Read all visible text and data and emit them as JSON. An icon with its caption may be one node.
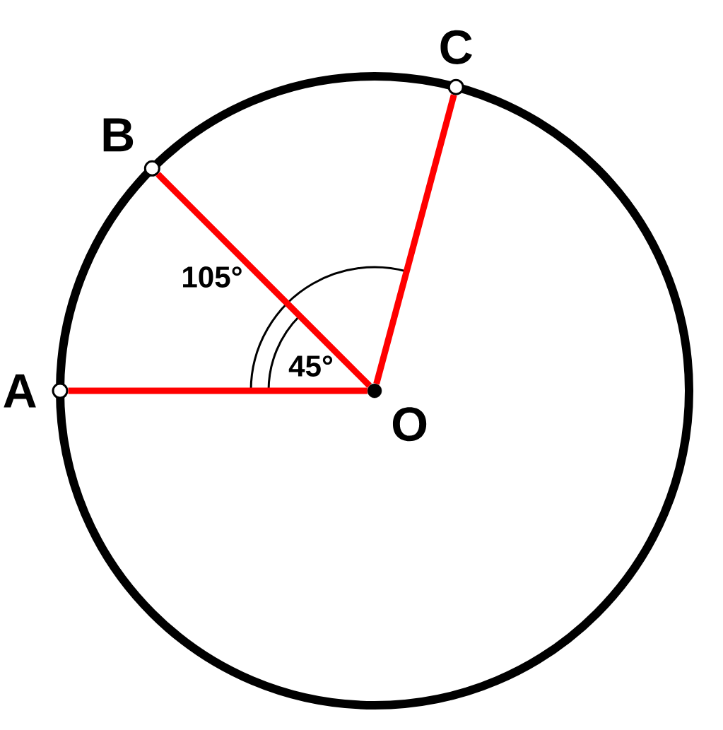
{
  "diagram": {
    "nodes": [
      {
        "text": [
          "C"
        ]
      },
      {
        "text": [
          "B"
        ]
      },
      {
        "text": [
          "A"
        ]
      },
      {
        "text": [
          "O"
        ]
      }
    ],
    "edges": [
      {
        "from": 3,
        "to": 2,
        "arrow": "none"
      },
      {
        "from": 3,
        "to": 1,
        "arrow": "none"
      },
      {
        "from": 3,
        "to": 0,
        "arrow": "none"
      }
    ],
    "labels": [
      "105°",
      "45°"
    ]
  }
}
